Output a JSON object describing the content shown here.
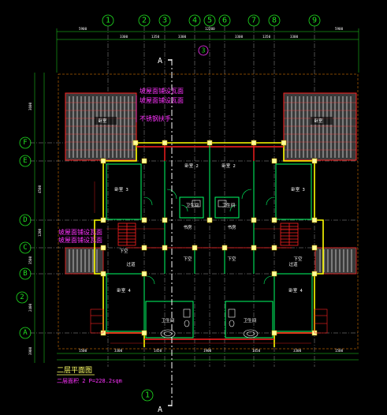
{
  "axes_top": [
    "1",
    "2",
    "3",
    "4",
    "5",
    "6",
    "7",
    "8",
    "9"
  ],
  "axes_left": [
    "F",
    "E",
    "D",
    "C",
    "B",
    "A"
  ],
  "axis_left_extra": "2",
  "axis_bottom": "1",
  "axis_top_extra": "3",
  "section_marker": "A",
  "dims_top_overall": [
    "5900",
    "12200",
    "5900"
  ],
  "dims_top_detail": [
    "3300",
    "1350",
    "3300",
    "3300",
    "1350",
    "3300"
  ],
  "dims_left": [
    "3600",
    "4500",
    "1200",
    "3500",
    "2400",
    "3900"
  ],
  "dims_bottom": [
    "1500",
    "3300",
    "1450",
    "1900",
    "1450",
    "3300",
    "1500"
  ],
  "rooms": [
    "卧室",
    "卧室 2",
    "卧室 2",
    "卧室 3",
    "卧室 3",
    "卫生间",
    "卫生间",
    "书房",
    "书房",
    "过道",
    "过道",
    "下空",
    "下空",
    "下空",
    "下空",
    "卧室 4",
    "卧室 4",
    "卫生间",
    "卫生间",
    "卧室"
  ],
  "notes": {
    "top_right_1": "坡屋面铺设瓦面",
    "top_right_2": "坡屋面铺设瓦面",
    "top_right_3": "不锈钢扶手",
    "left_1": "坡屋面铺设瓦面",
    "left_2": "坡屋面铺设瓦面"
  },
  "plan_title": "二层平面图",
  "plan_area": "二层面积 2 P=228.2sqm",
  "colors": {
    "background": "#000000",
    "axis_green": "#20e020",
    "wall_yellow": "#ffff00",
    "wall_red": "#ff2020",
    "partition_green": "#00ff66",
    "grid_white": "#ffffff",
    "note_magenta": "#ff33ff",
    "roof_grey": "#9a9a9a"
  }
}
